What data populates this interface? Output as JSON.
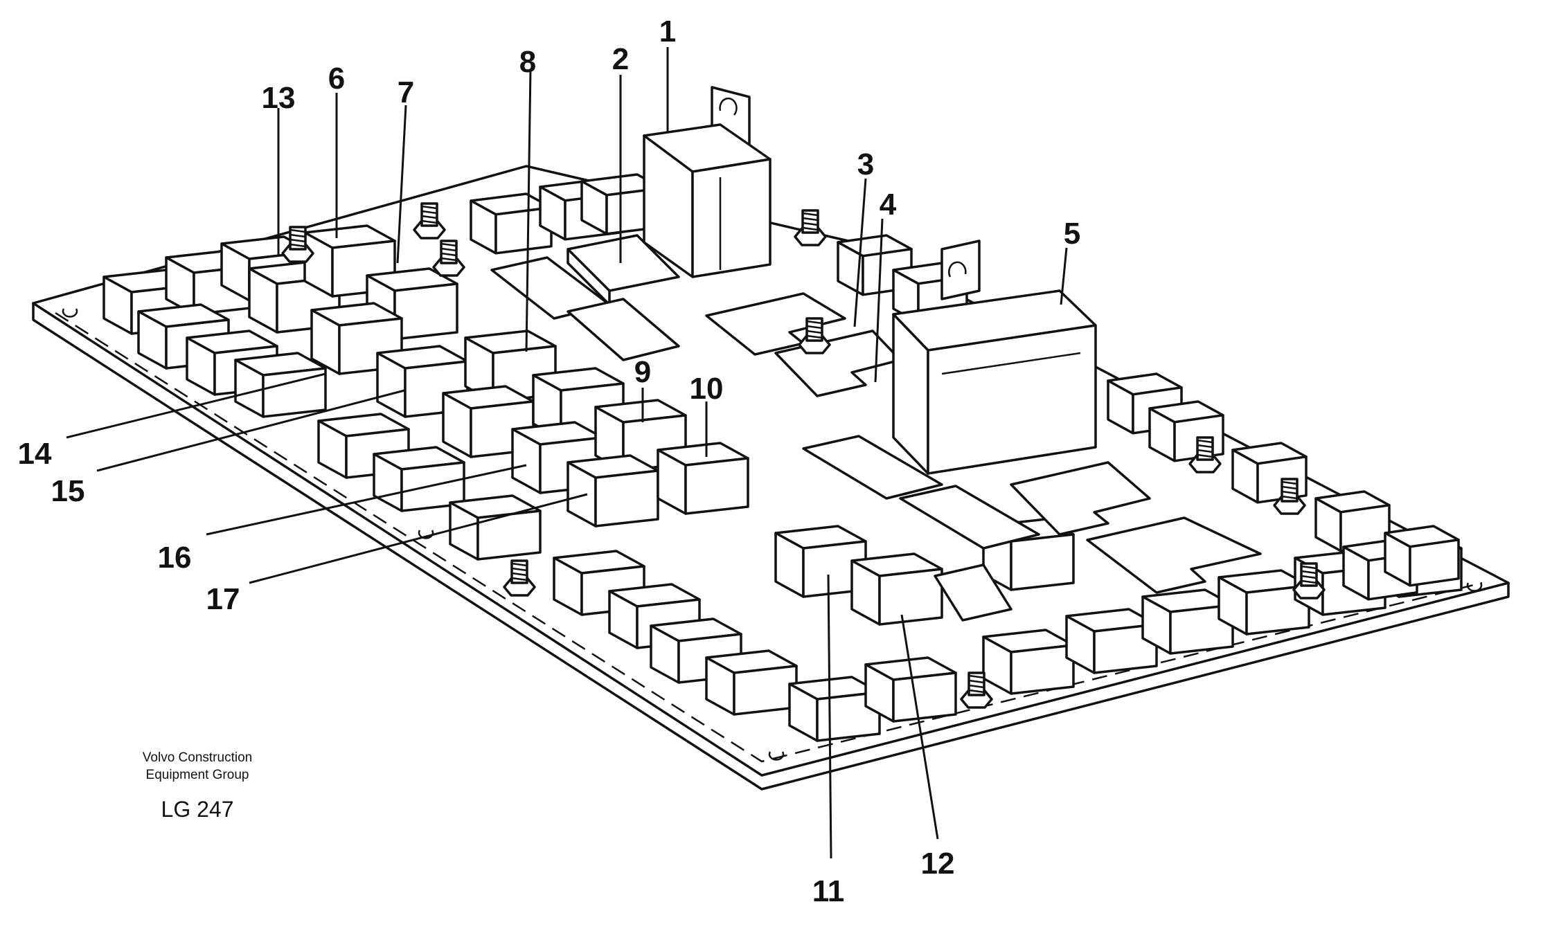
{
  "callouts": [
    {
      "id": "1",
      "label": "1"
    },
    {
      "id": "2",
      "label": "2"
    },
    {
      "id": "3",
      "label": "3"
    },
    {
      "id": "4",
      "label": "4"
    },
    {
      "id": "5",
      "label": "5"
    },
    {
      "id": "6",
      "label": "6"
    },
    {
      "id": "7",
      "label": "7"
    },
    {
      "id": "8",
      "label": "8"
    },
    {
      "id": "9",
      "label": "9"
    },
    {
      "id": "10",
      "label": "10"
    },
    {
      "id": "11",
      "label": "11"
    },
    {
      "id": "12",
      "label": "12"
    },
    {
      "id": "13",
      "label": "13"
    },
    {
      "id": "14",
      "label": "14"
    },
    {
      "id": "15",
      "label": "15"
    },
    {
      "id": "16",
      "label": "16"
    },
    {
      "id": "17",
      "label": "17"
    }
  ],
  "caption": {
    "company_line1": "Volvo Construction",
    "company_line2": "Equipment Group",
    "code": "LG 247"
  }
}
